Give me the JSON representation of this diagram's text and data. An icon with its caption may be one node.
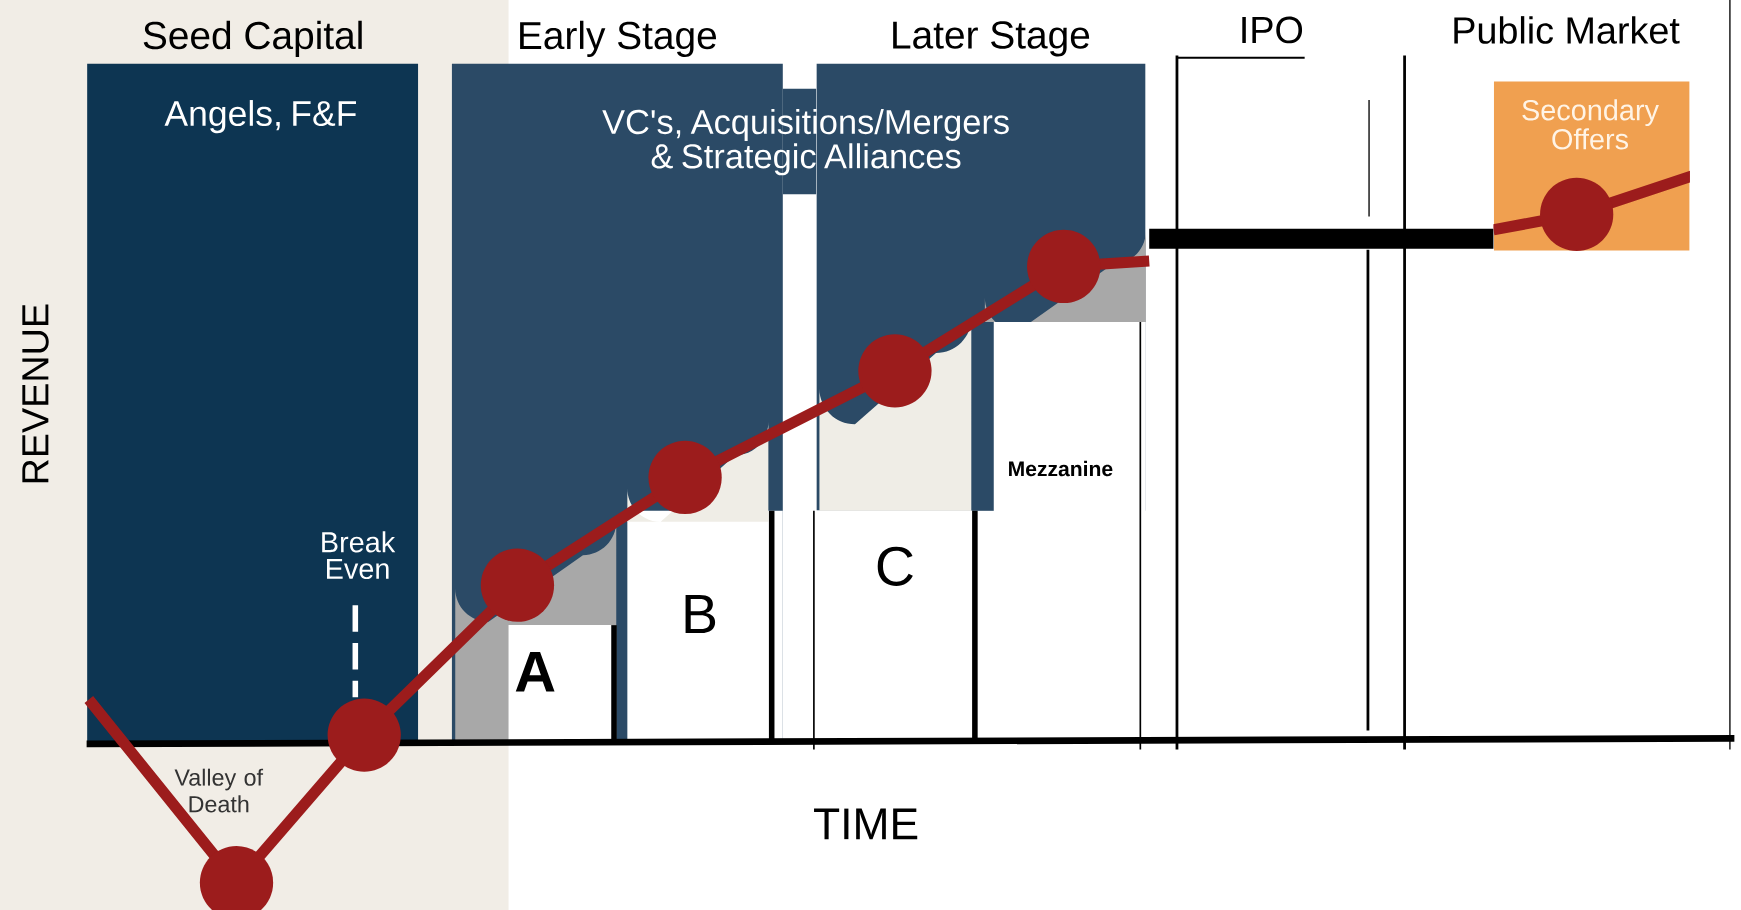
{
  "diagram": {
    "nodes": [
      {
        "text": [
          "Seed Capital",
          "Angels, F&F"
        ]
      },
      {
        "text": [
          "Early Stage"
        ]
      },
      {
        "text": [
          "Later Stage"
        ]
      },
      {
        "text": [
          "Secondary Offers"
        ]
      }
    ],
    "labels": [
      "IPO",
      "Public Market",
      "VC's, Acquisitions/Mergers & Strategic Alliances",
      "REVENUE",
      "Break Even",
      "Mezzanine",
      "C",
      "B",
      "A",
      "Valley of Death",
      "TIME"
    ]
  }
}
